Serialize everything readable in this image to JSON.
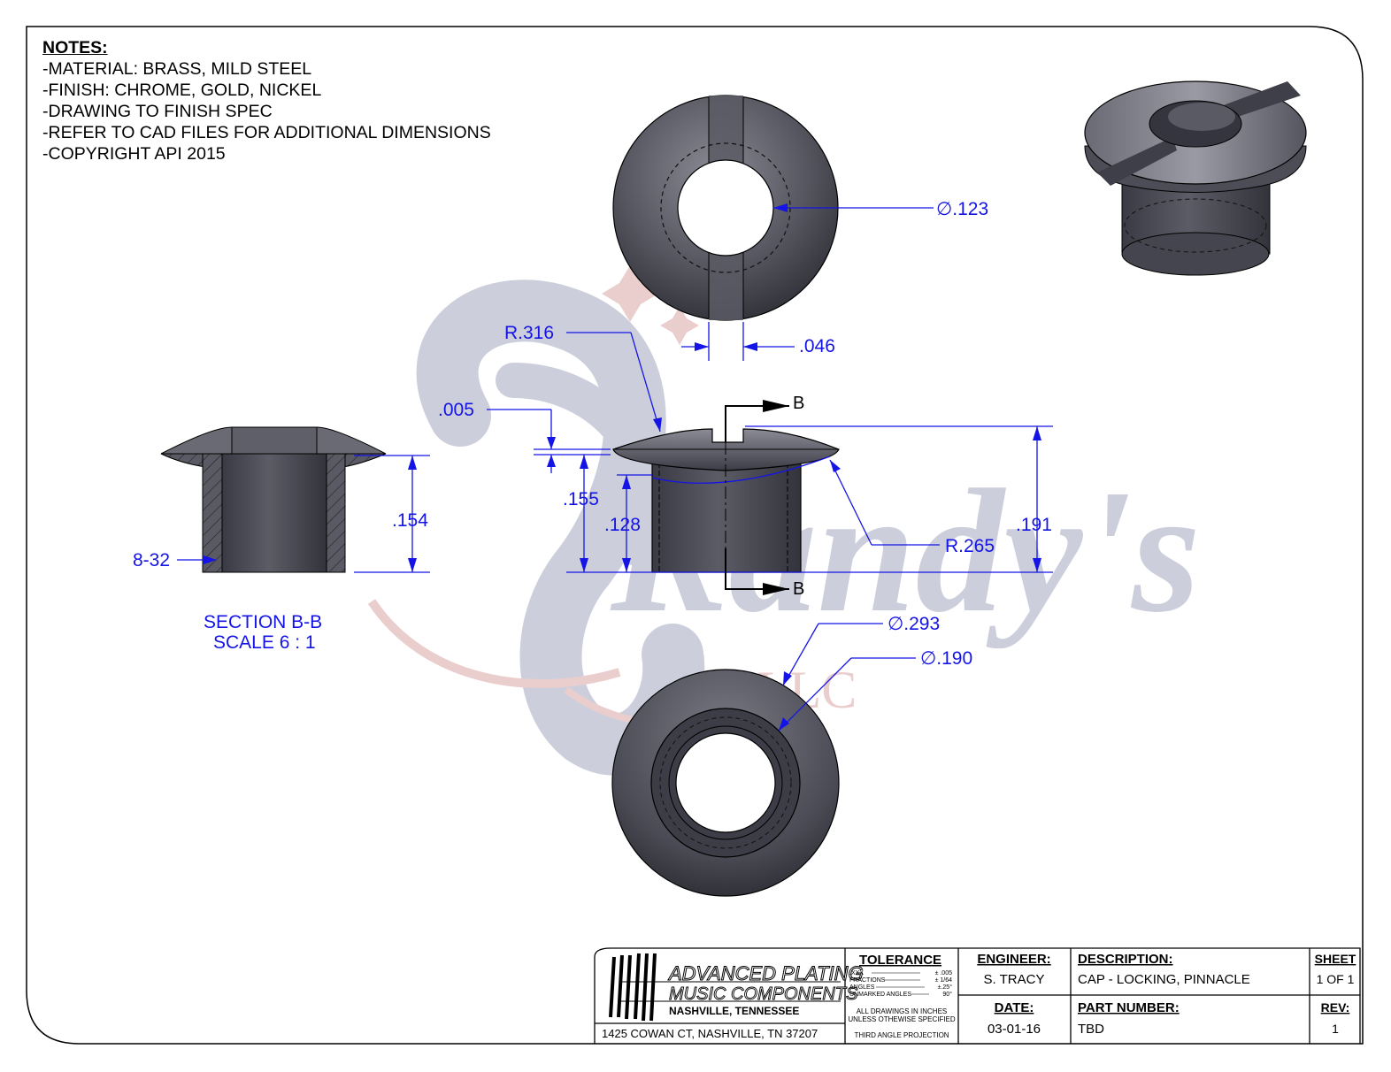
{
  "notes": {
    "title": "NOTES:",
    "lines": [
      "-MATERIAL: BRASS, MILD STEEL",
      "-FINISH:  CHROME, GOLD, NICKEL",
      "-DRAWING TO FINISH SPEC",
      "-REFER TO CAD FILES FOR ADDITIONAL DIMENSIONS",
      "-COPYRIGHT API 2015"
    ]
  },
  "dimensions": {
    "top_dia": "∅.123",
    "slot_width": ".046",
    "r_top": "R.316",
    "head_gap": ".005",
    "overall_h": ".191",
    "r_under": "R.265",
    "head_base_h": ".155",
    "shank_h": ".128",
    "section_bore_h": ".154",
    "thread": "8-32",
    "bottom_dia_outer": "∅.293",
    "bottom_dia_inner": "∅.190",
    "section_marker": "B"
  },
  "section": {
    "line1": "SECTION B-B",
    "line2": "SCALE 6 : 1"
  },
  "watermark": {
    "text": "Randy's",
    "suffix": "LLC"
  },
  "title_block": {
    "company_line1": "ADVANCED PLATING",
    "company_line2": "MUSIC COMPONENTS",
    "company_city": "NASHVILLE, TENNESSEE",
    "address": "1425 COWAN CT, NASHVILLE, TN 37207",
    "tolerance_header": "TOLERANCE",
    "tolerance_rows": [
      {
        "label": ".XXX",
        "value": "± .005"
      },
      {
        "label": "FRACTIONS",
        "value": "± 1/64"
      },
      {
        "label": "ANGLES",
        "value": "±.25°"
      },
      {
        "label": "UNMARKED ANGLES",
        "value": "90°"
      }
    ],
    "tolerance_note1": "ALL DRAWINGS IN INCHES",
    "tolerance_note2": "UNLESS OTHEWISE SPECIFIED",
    "projection": "THIRD ANGLE PROJECTION",
    "engineer_label": "ENGINEER:",
    "engineer": "S. TRACY",
    "date_label": "DATE:",
    "date": "03-01-16",
    "description_label": "DESCRIPTION:",
    "description": "CAP - LOCKING, PINNACLE",
    "part_number_label": "PART NUMBER:",
    "part_number": "TBD",
    "sheet_label": "SHEET",
    "sheet": "1 OF 1",
    "rev_label": "REV:",
    "rev": "1"
  },
  "colors": {
    "dimension": "#1414e6",
    "part_dark": "#45454f",
    "part_mid": "#6a6a74",
    "watermark": "#c7cad8",
    "watermark_red": "#e8c8c8"
  }
}
